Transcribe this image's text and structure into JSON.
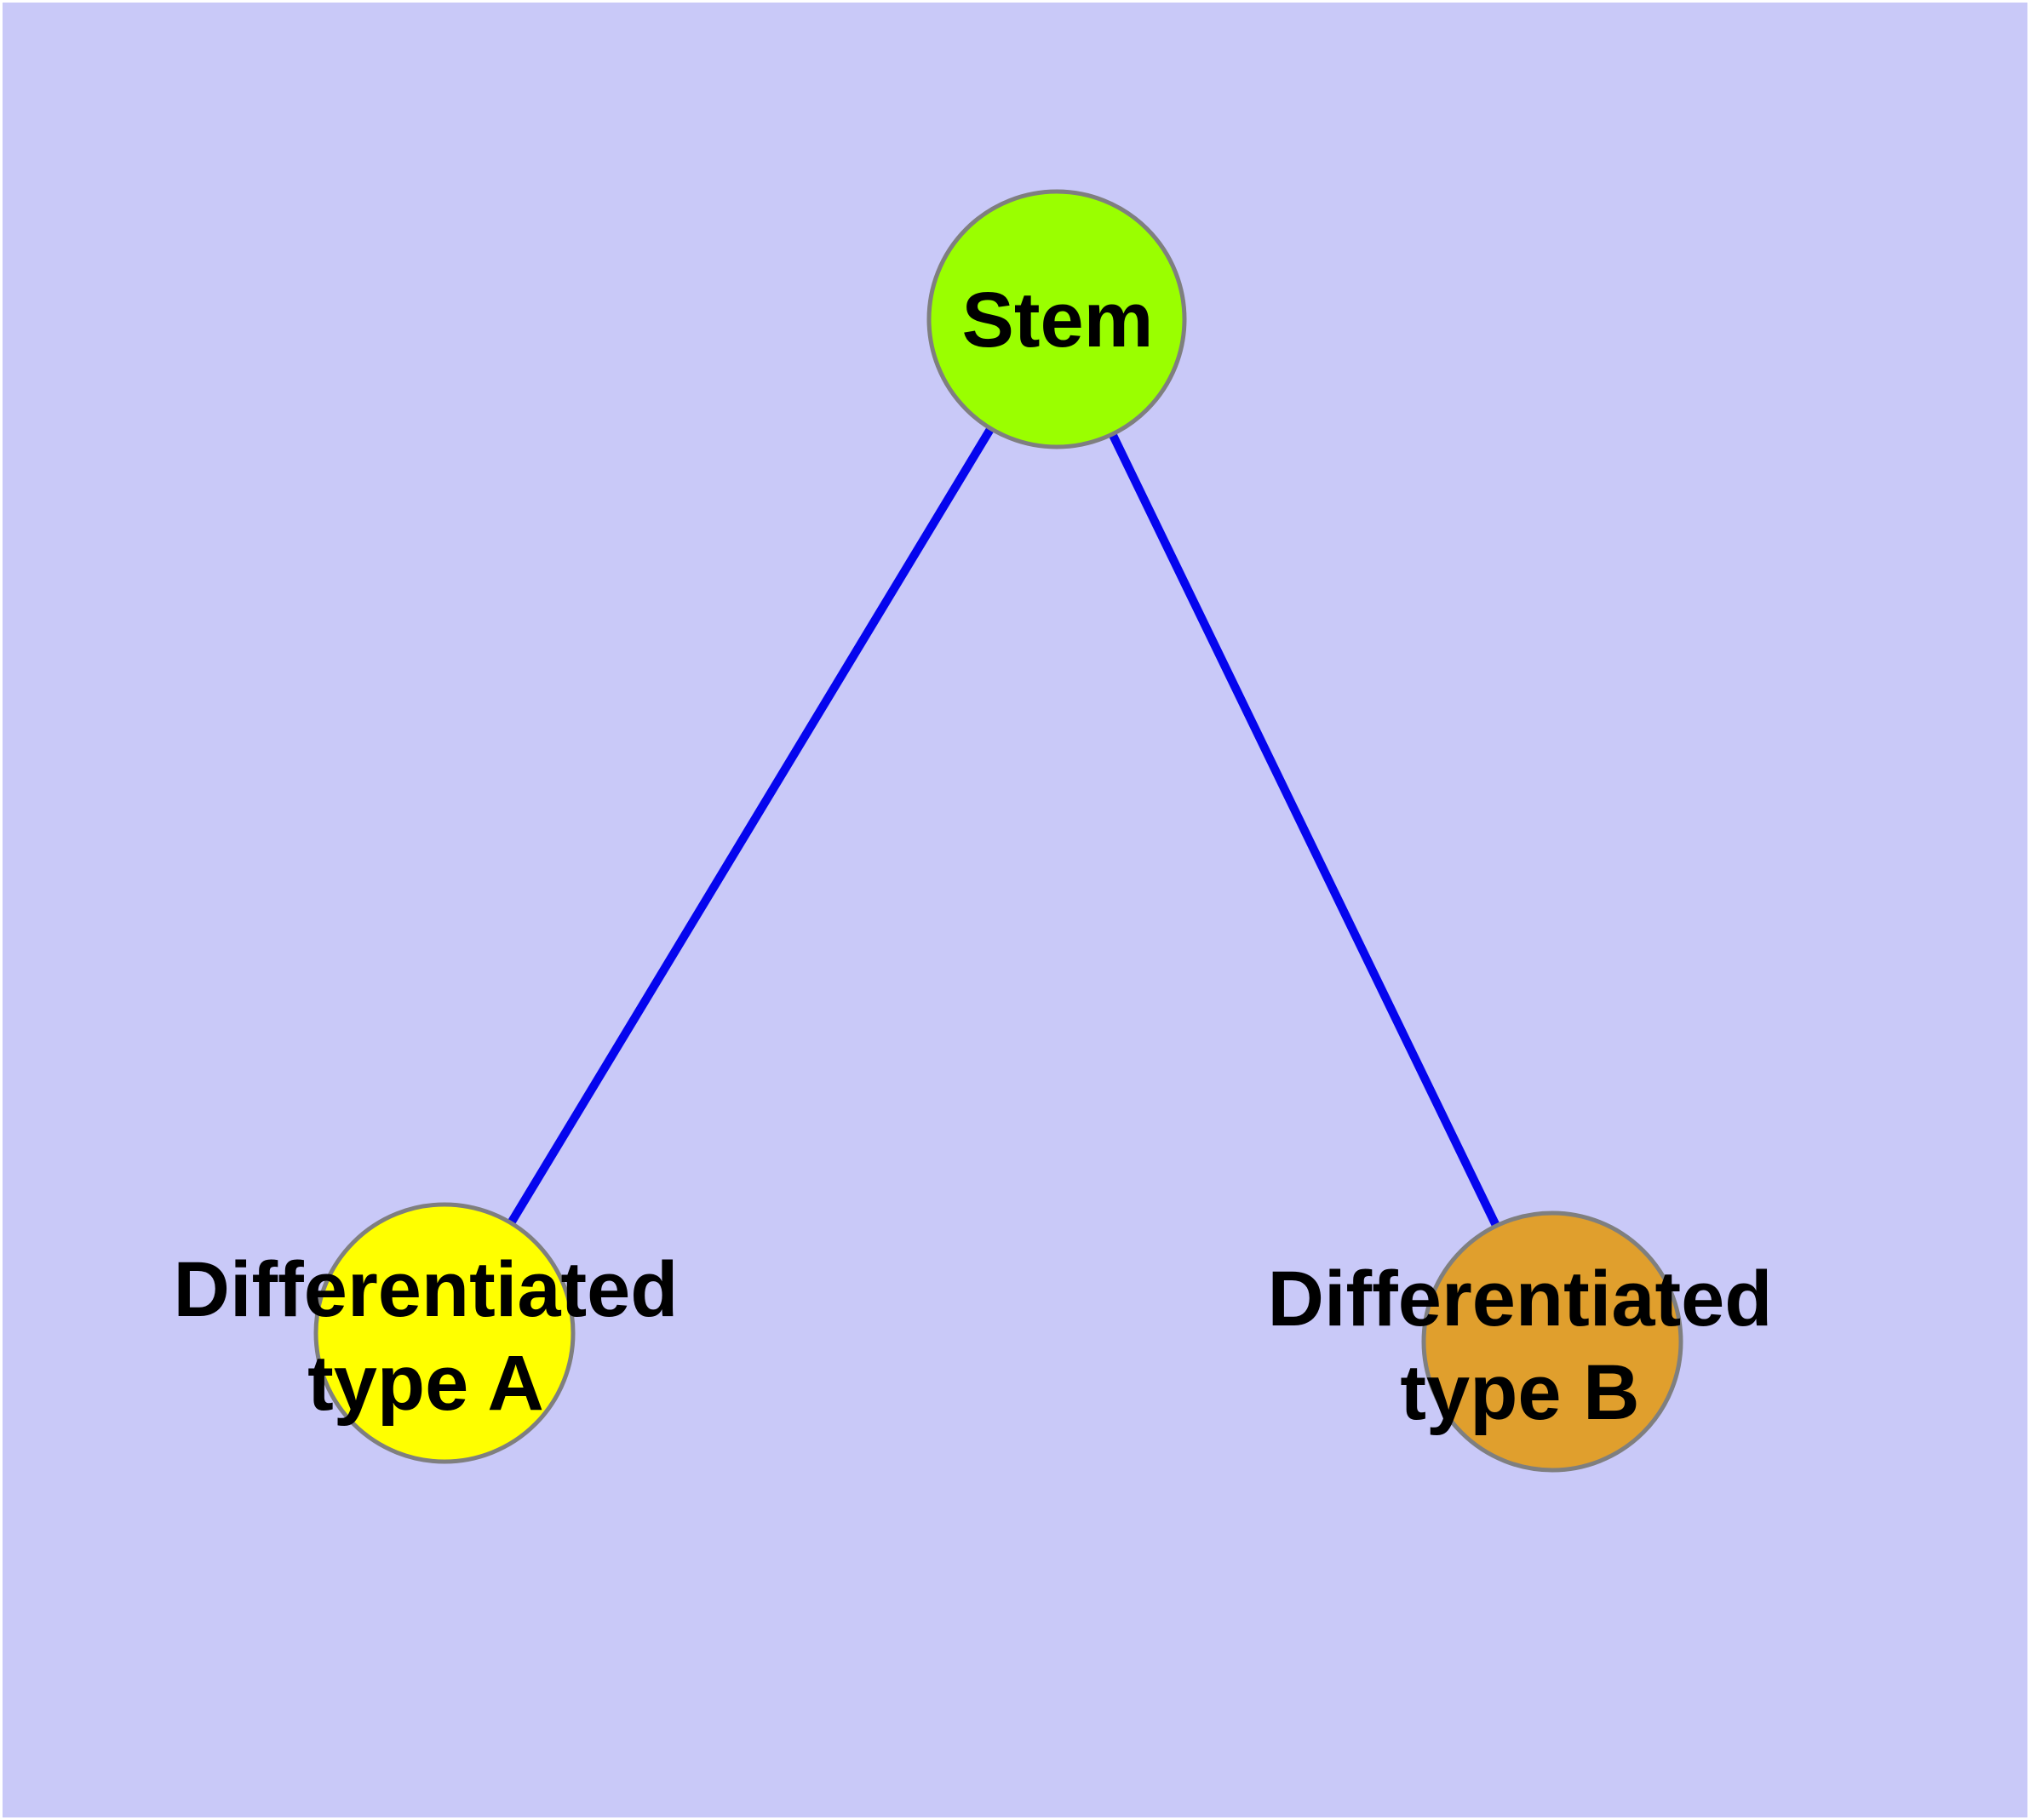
{
  "diagram": {
    "description": "Cell differentiation graph: a Stem node connected to two differentiated cell type nodes",
    "background_color": "#c9c9f8",
    "margin_color": "#ffffff",
    "edge_color": "#0505ee",
    "node_outline_color": "#7f7f7f",
    "label_color": "#000000",
    "nodes": {
      "stem": {
        "label": "Stem",
        "fill": "#9aff00"
      },
      "type_a": {
        "label": "Differentiated type A",
        "line1": "Differentiated",
        "line2": "type A",
        "fill": "#ffff00"
      },
      "type_b": {
        "label": "Differentiated type B",
        "line1": "Differentiated",
        "line2": "type B",
        "fill": "#e09f2d"
      }
    },
    "edges": [
      {
        "from": "Stem",
        "to": "Differentiated type A"
      },
      {
        "from": "Stem",
        "to": "Differentiated type B"
      }
    ]
  }
}
